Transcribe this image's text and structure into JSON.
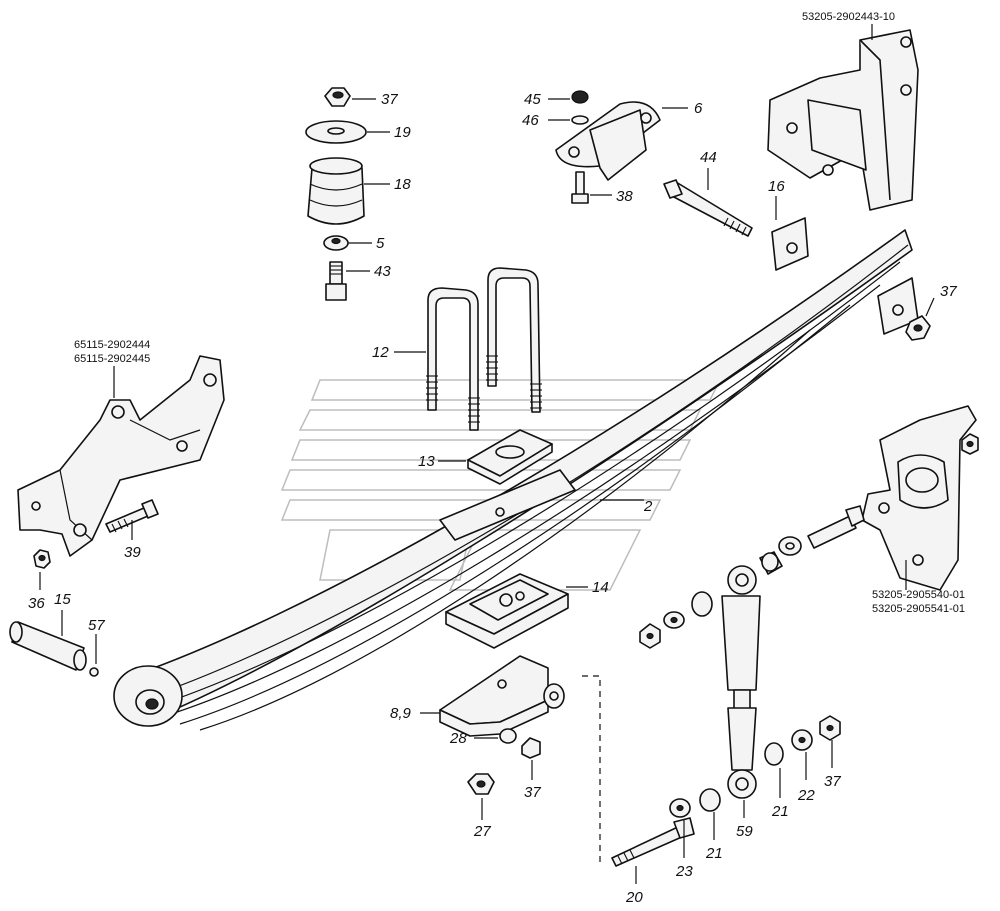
{
  "part_numbers": {
    "front_bracket_a": "65115-2902444",
    "front_bracket_b": "65115-2902445",
    "rear_bracket": "53205-2902443-10",
    "shock_bracket_a": "53205-2905540-01",
    "shock_bracket_b": "53205-2905541-01"
  },
  "callouts": {
    "c37a": "37",
    "c19": "19",
    "c18": "18",
    "c5": "5",
    "c43": "43",
    "c45": "45",
    "c46": "46",
    "c6": "6",
    "c38": "38",
    "c44": "44",
    "c16": "16",
    "c37b": "37",
    "c12": "12",
    "c13": "13",
    "c2": "2",
    "c39": "39",
    "c36": "36",
    "c15": "15",
    "c57": "57",
    "c14": "14",
    "c89": "8,9",
    "c28": "28",
    "c37c": "37",
    "c27": "27",
    "c20": "20",
    "c23": "23",
    "c21a": "21",
    "c59": "59",
    "c21b": "21",
    "c22": "22",
    "c37d": "37"
  }
}
